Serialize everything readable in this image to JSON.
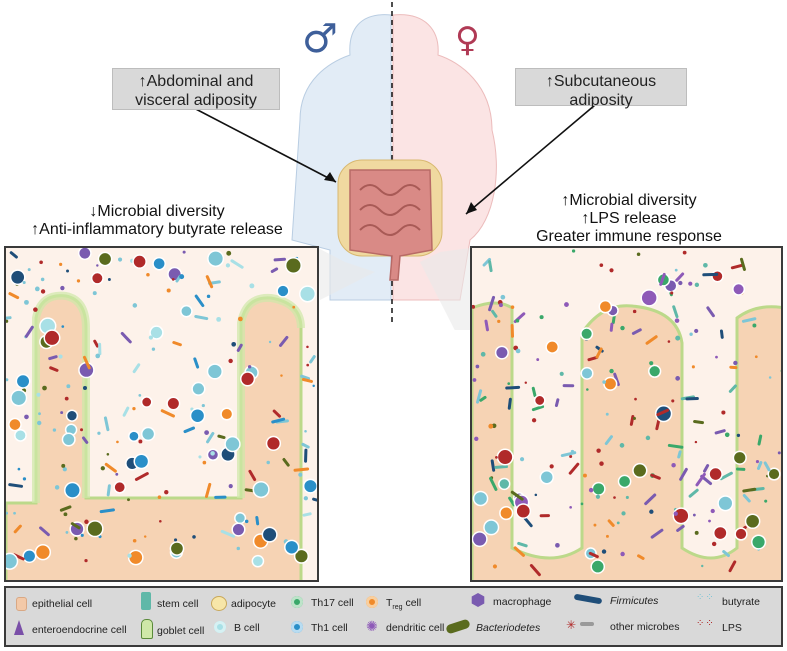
{
  "symbols": {
    "male": "♂",
    "female": "♀",
    "male_color": "#3e5f9a",
    "female_color": "#b03a55"
  },
  "callouts": {
    "male": "↑Abdominal and visceral adiposity",
    "female": "↑Subcutaneous adiposity"
  },
  "captions": {
    "male_line1": "↓Microbial diversity",
    "male_line2": "↑Anti-inflammatory butyrate release",
    "female_line1": "↑Microbial diversity",
    "female_line2": "↑LPS release",
    "female_line3": "Greater immune response"
  },
  "legend": {
    "epithelial": "epithelial cell",
    "stem": "stem cell",
    "adipocyte": "adipocyte",
    "th17": "Th17 cell",
    "treg_prefix": "T",
    "treg_sub": "reg",
    "treg_suffix": " cell",
    "macrophage": "macrophage",
    "firmicutes": "Firmicutes",
    "butyrate": "butyrate",
    "enteroendocrine": "enteroendocrine cell",
    "goblet": "goblet cell",
    "bcell": "B cell",
    "th1": "Th1 cell",
    "dendritic": "dendritic cell",
    "bacteriodetes": "Bacteriodetes",
    "other_microbes": "other microbes",
    "lps": "LPS"
  },
  "colors": {
    "epithelial": "#f3c9a8",
    "stem": "#5fb8a8",
    "adipocyte": "#f7e6a8",
    "th17": "#3aa86a",
    "treg": "#f08a2a",
    "macrophage": "#7a5bb0",
    "firmicutes": "#1f4e79",
    "butyrate": "#7ec6d6",
    "bcell": "#a8e0e6",
    "th1": "#2a8fc8",
    "dendritic": "#8e5ab8",
    "bacteriodetes": "#5a6b1e",
    "lps": "#b02a2a",
    "mucus": "#cfe8a8"
  }
}
